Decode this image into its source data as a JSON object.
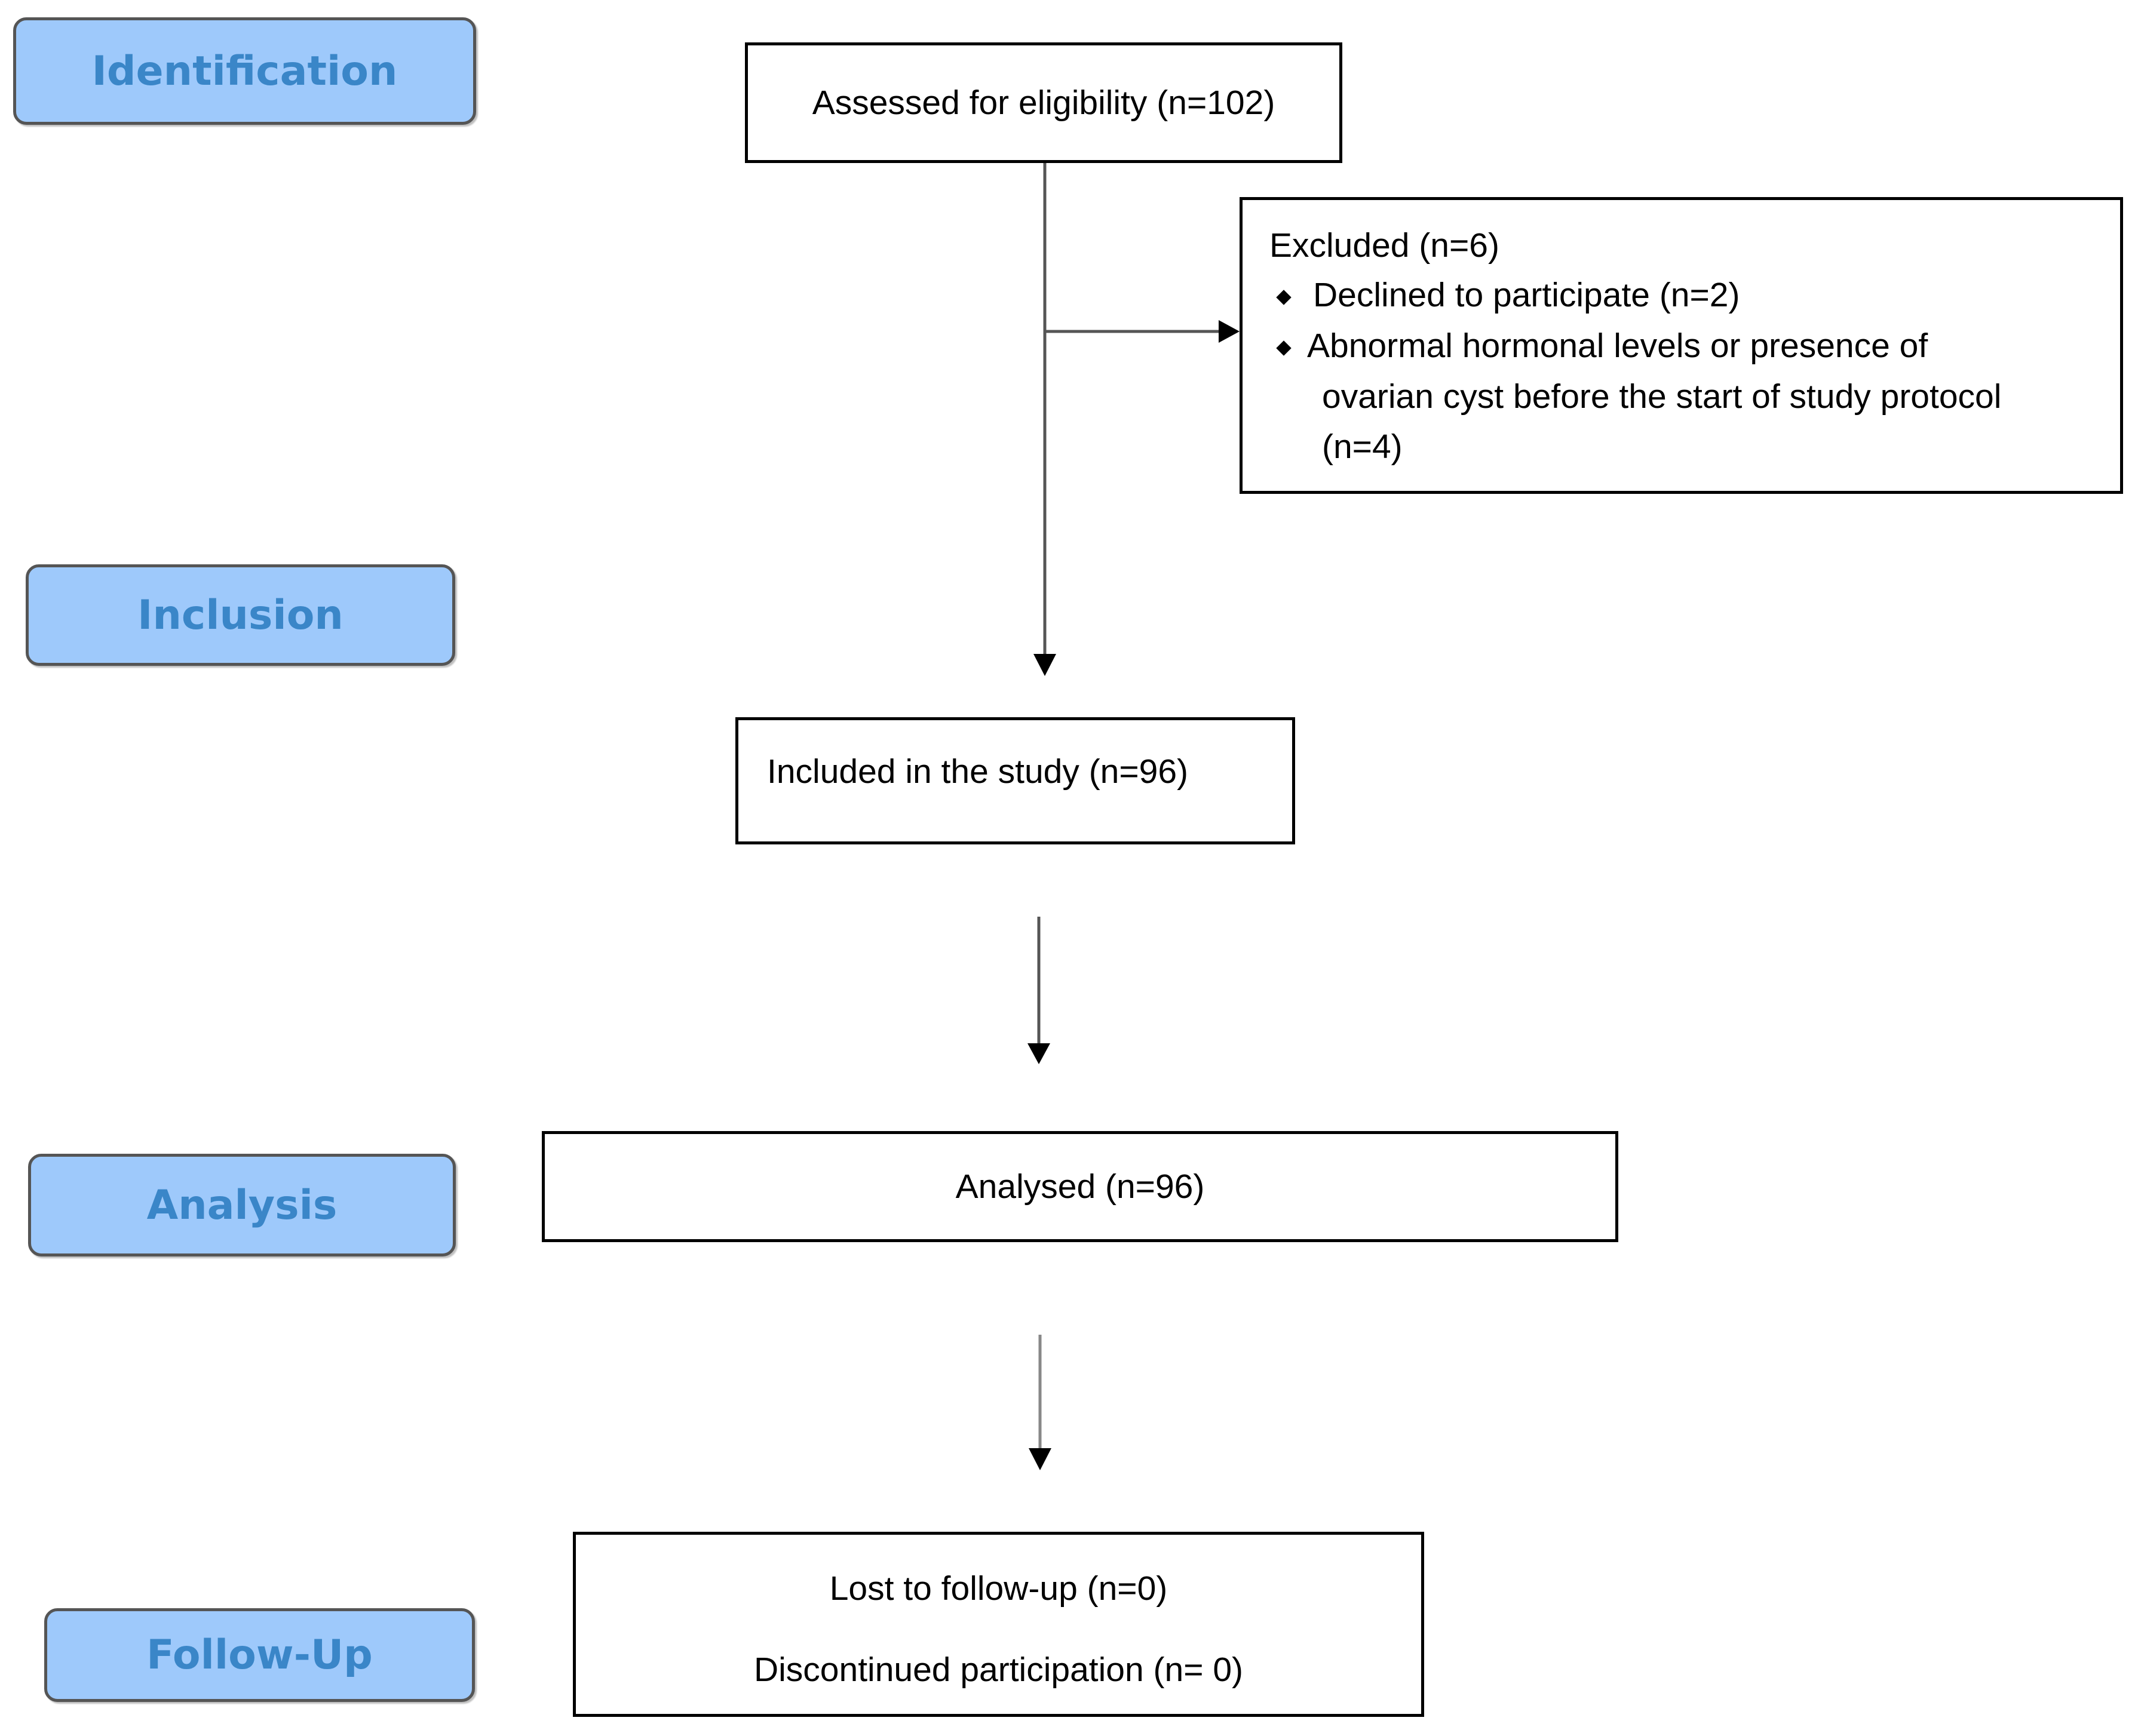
{
  "stages": {
    "identification": "Identification",
    "inclusion": "Inclusion",
    "analysis": "Analysis",
    "follow_up": "Follow-Up"
  },
  "boxes": {
    "assessed": "Assessed for eligibility (n=102)",
    "excluded": {
      "title": "Excluded (n=6)",
      "items": [
        "Declined to participate (n=2)",
        "Abnormal hormonal levels or presence of",
        "ovarian cyst before the start of study protocol",
        "(n=4)"
      ]
    },
    "included": "Included in the study (n=96)",
    "analysed": "Analysed (n=96)",
    "followup": {
      "lost": "Lost to follow-up (n=0)",
      "discontinued": "Discontinued participation (n= 0)"
    }
  },
  "colors": {
    "stage_fill": "#9ec9fb",
    "stage_text": "#3a86c8",
    "line": "#555555"
  }
}
